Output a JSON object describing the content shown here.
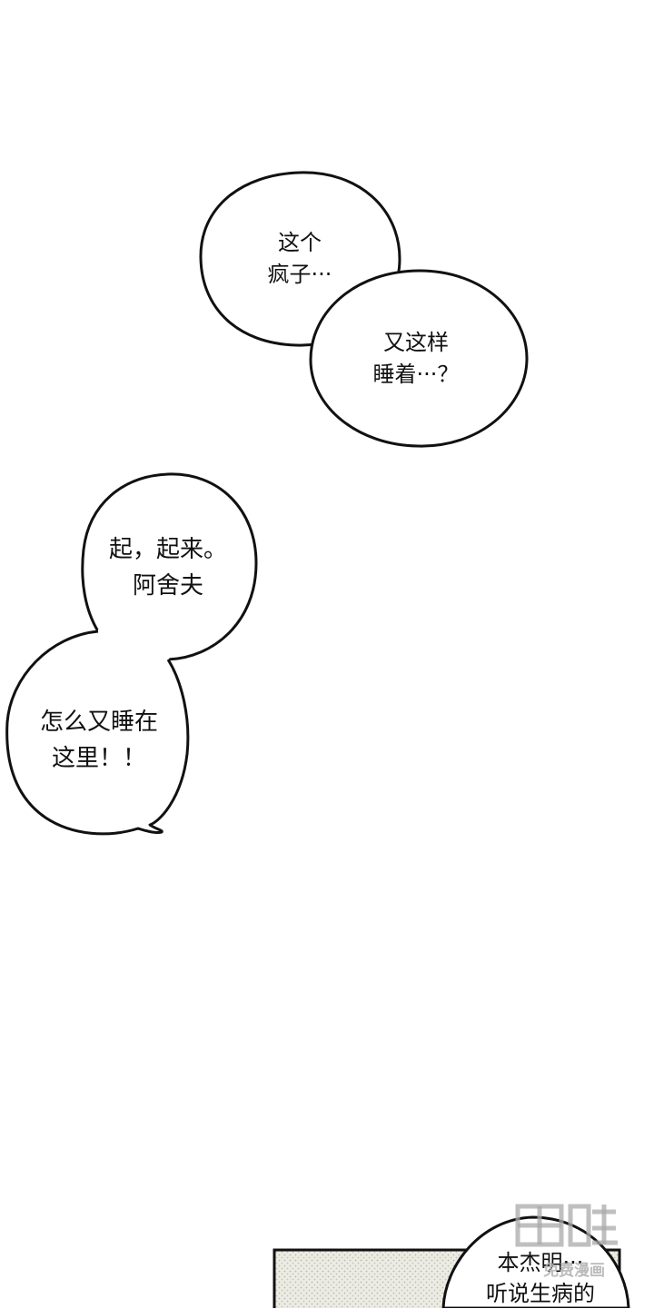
{
  "bubbles": {
    "top_left": {
      "line1": "这个",
      "line2": "疯子···"
    },
    "top_right": {
      "line1": "又这样",
      "line2": "睡着···？"
    },
    "mid_upper": {
      "line1": "起，起来。",
      "line2": "阿舍夫"
    },
    "mid_lower": {
      "line1": "怎么又睡在",
      "line2": "这里！！"
    },
    "bottom": {
      "line1": "本杰明···",
      "line2": "听说生病的"
    }
  },
  "watermark": {
    "text": "免费漫画"
  },
  "colors": {
    "ink": "#111111",
    "panel_tone": "#e9e9e0",
    "background": "#ffffff"
  }
}
